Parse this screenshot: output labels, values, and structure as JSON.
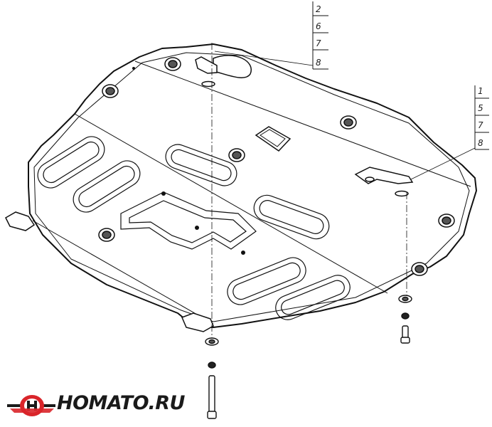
{
  "callouts": {
    "top": {
      "numbers": [
        "2",
        "6",
        "7",
        "8"
      ]
    },
    "right": {
      "numbers": [
        "1",
        "5",
        "7",
        "8"
      ]
    }
  },
  "logo": {
    "text": "HOMATO.RU",
    "accent_color": "#d9252a",
    "dark_color": "#1a1a1a"
  }
}
